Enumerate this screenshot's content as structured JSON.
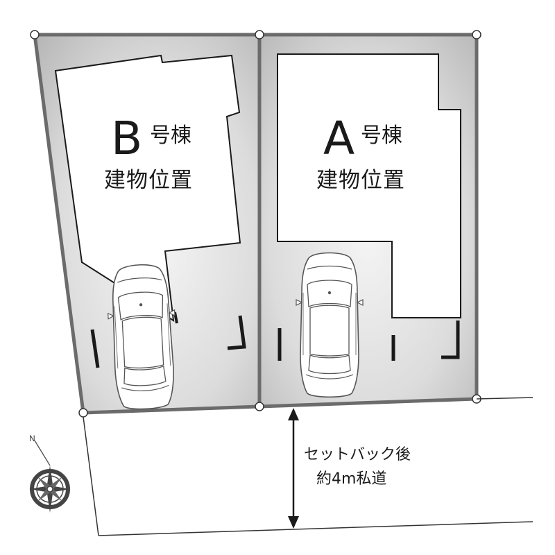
{
  "lots": [
    {
      "id": "B",
      "letter": "B",
      "label": "号棟",
      "sublabel": "建物位置"
    },
    {
      "id": "A",
      "letter": "A",
      "label": "号棟",
      "sublabel": "建物位置"
    }
  ],
  "road": {
    "line1": "セットバック後",
    "line2": "約4m私道"
  },
  "compass": {
    "north_label": "N"
  },
  "colors": {
    "boundary": "#6b6b6b",
    "ink": "#1a1a1a",
    "lot_fill_light": "#f2f2f2",
    "lot_fill_dark": "#bdbdbd"
  }
}
